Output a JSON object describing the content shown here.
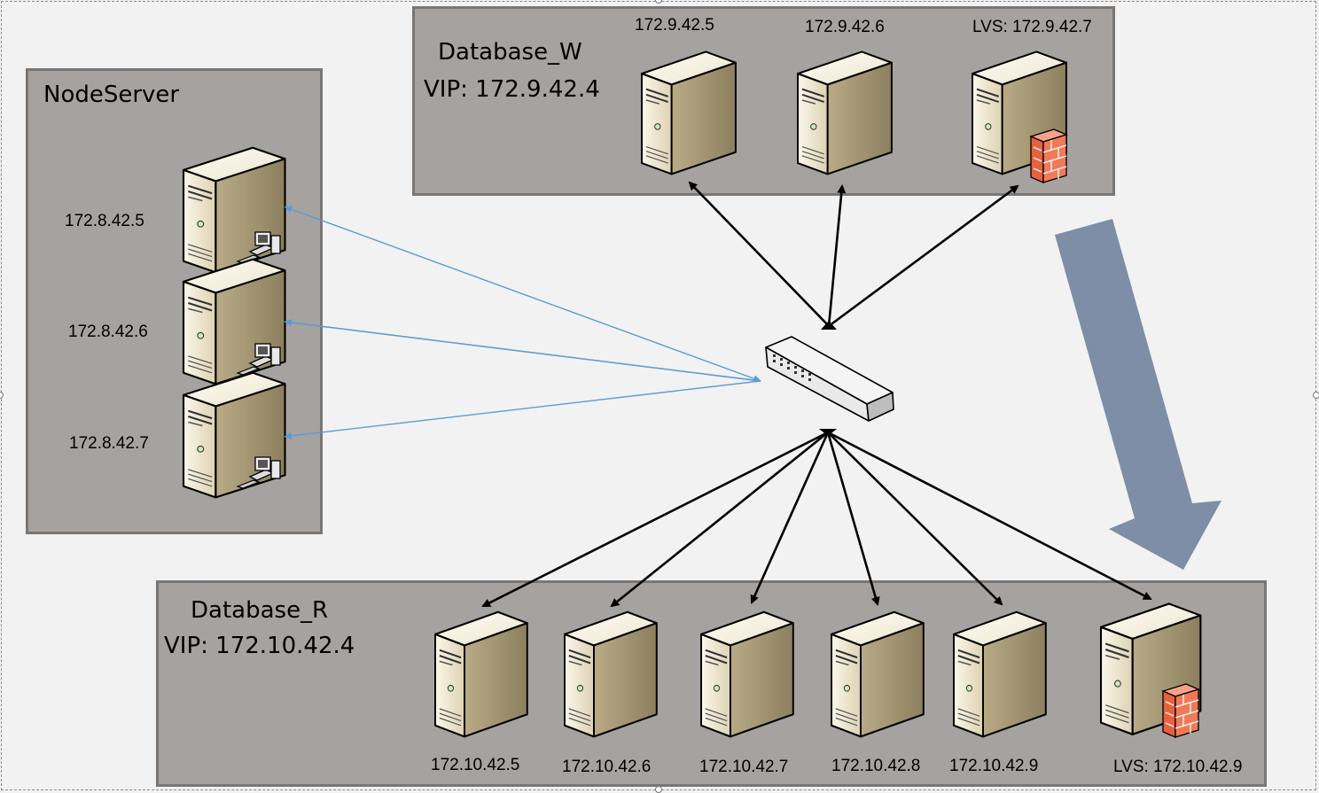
{
  "node_server": {
    "title": "NodeServer",
    "ips": [
      "172.8.42.5",
      "172.8.42.6",
      "172.8.42.7"
    ]
  },
  "database_w": {
    "title": "Database_W",
    "vip": "VIP: 172.9.42.4",
    "ips": [
      "172.9.42.5",
      "172.9.42.6",
      "LVS: 172.9.42.7"
    ]
  },
  "database_r": {
    "title": "Database_R",
    "vip": "VIP: 172.10.42.4",
    "ips": [
      "172.10.42.5",
      "172.10.42.6",
      "172.10.42.7",
      "172.10.42.8",
      "172.10.42.9",
      "LVS: 172.10.42.9"
    ]
  },
  "colors": {
    "group_fill": "#a6a2a0",
    "group_border": "#7a7674",
    "server_beige": "#e6dcc0",
    "blue_link": "#5b9bd5",
    "black_link": "#000000",
    "big_arrow": "#7d8ea6",
    "firewall": "#e05a3a"
  },
  "icons": [
    "server-icon",
    "workstation-icon",
    "firewall-icon",
    "network-switch-icon",
    "failover-arrow-icon"
  ]
}
